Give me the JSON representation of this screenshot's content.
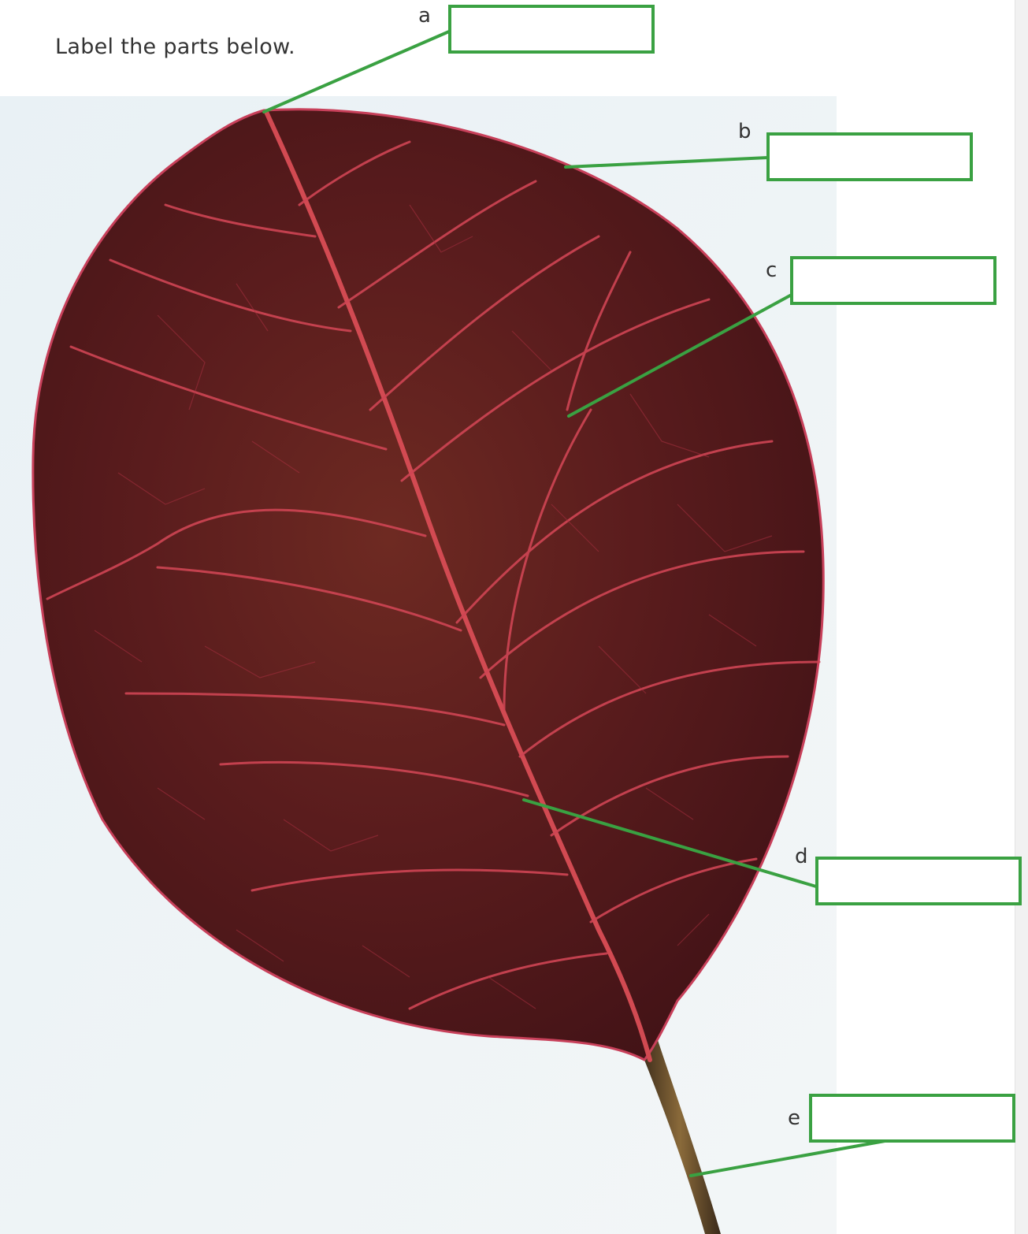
{
  "instruction": "Label the parts below.",
  "labels": [
    {
      "letter": "a",
      "answer": ""
    },
    {
      "letter": "b",
      "answer": ""
    },
    {
      "letter": "c",
      "answer": ""
    },
    {
      "letter": "d",
      "answer": ""
    },
    {
      "letter": "e",
      "answer": ""
    }
  ],
  "colors": {
    "box_border": "#3aa142",
    "leader_line": "#3aa142",
    "leaf": "#5a1a1e",
    "vein": "#d5424e",
    "background": "#eef3f6"
  }
}
